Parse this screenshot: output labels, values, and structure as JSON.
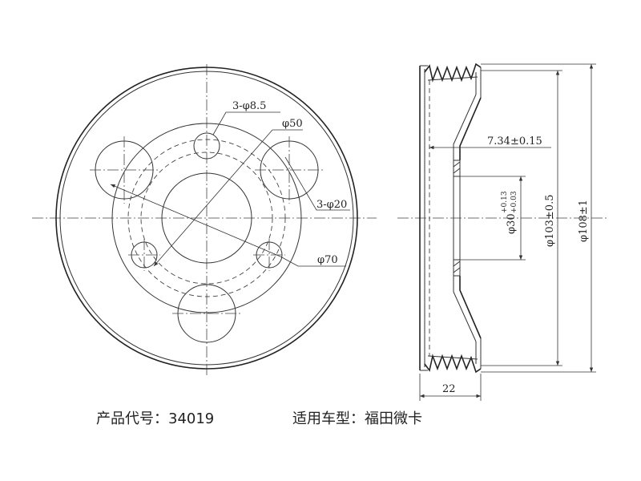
{
  "front_view": {
    "label_small_holes": "3-φ8.5",
    "label_pcd": "φ50",
    "label_large_holes": "3-φ20",
    "label_ring": "φ70"
  },
  "side_view": {
    "label_depth": "7.34±0.15",
    "label_bore_base": "φ30",
    "label_bore_tol_upper": "+0.13",
    "label_bore_tol_lower": "+0.03",
    "label_inner_dia": "φ103±0.5",
    "label_outer_dia": "φ108±1",
    "label_width": "22"
  },
  "caption": {
    "product_code": "产品代号：34019",
    "vehicle_model": "适用车型：福田微卡"
  }
}
